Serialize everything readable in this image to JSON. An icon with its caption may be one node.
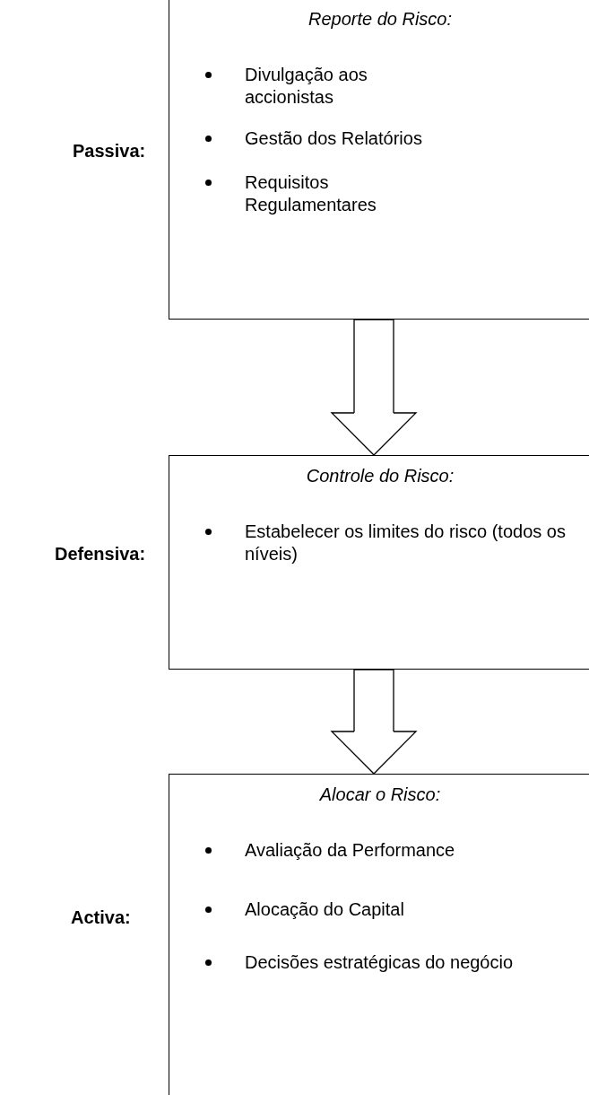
{
  "diagram": {
    "nodes": [
      {
        "text": [
          "Reporte do Risco:",
          "Divulgação aos accionistas",
          "Gestão dos Relatórios",
          "Requisitos Regulamentares"
        ],
        "beside": [
          "Passiva:"
        ]
      },
      {
        "text": [
          "Controle do Risco:",
          "Estabelecer os limites do risco (todos os níveis)"
        ],
        "beside": [
          "Defensiva:"
        ]
      },
      {
        "text": [
          "Alocar o Risco:",
          "Avaliação da Performance",
          "Alocação do Capital",
          "Decisões estratégicas do negócio"
        ],
        "beside": [
          "Activa:"
        ]
      }
    ],
    "edges": [
      {
        "from": 0,
        "to": 1,
        "arrow": "to"
      },
      {
        "from": 1,
        "to": 2,
        "arrow": "to"
      }
    ]
  }
}
